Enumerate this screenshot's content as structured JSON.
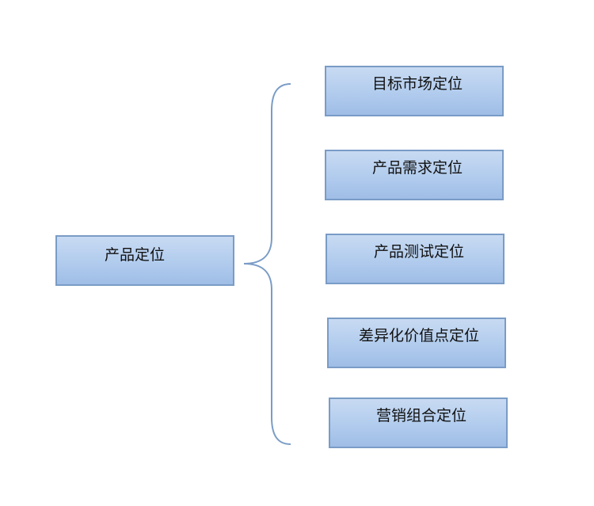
{
  "diagram": {
    "root": {
      "label": "产品定位"
    },
    "children": [
      {
        "label": "目标市场定位"
      },
      {
        "label": "产品需求定位"
      },
      {
        "label": "产品测试定位"
      },
      {
        "label": "差异化价值点定位"
      },
      {
        "label": "营销组合定位"
      }
    ],
    "colors": {
      "box_border": "#7a9cc6",
      "box_fill_top": "#c8daf2",
      "box_fill_bottom": "#9fbde6",
      "brace": "#7a9cc6",
      "text": "#111111"
    }
  }
}
